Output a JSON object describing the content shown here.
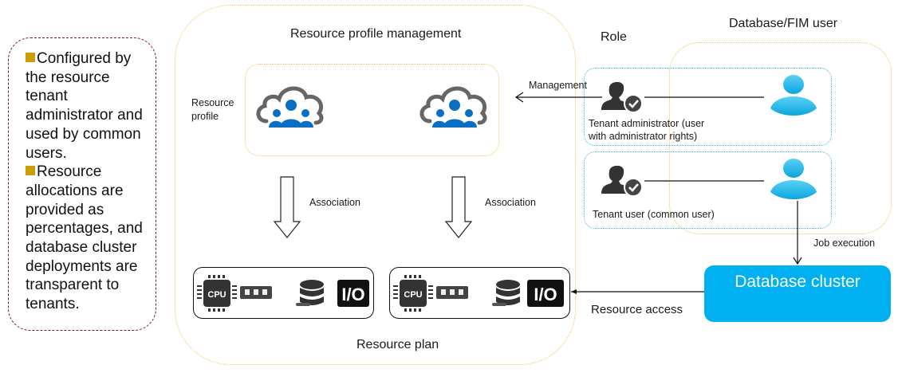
{
  "note": {
    "bullets": [
      "Configured by the resource tenant administrator and used by common users.",
      "Resource allocations are provided as percentages, and database cluster deployments are transparent to tenants."
    ],
    "bullet_color": "#c9a000"
  },
  "resource_profile_management": {
    "title": "Resource profile management",
    "profile_label": "Resource profile",
    "association_label": "Association",
    "plan_label": "Resource plan",
    "resource_icons": [
      "cpu-icon",
      "memory-icon",
      "storage-icon",
      "io-icon"
    ],
    "cpu_text": "CPU",
    "io_text": "I/O"
  },
  "roles": {
    "title": "Role",
    "fim_title": "Database/FIM user",
    "management_label": "Management",
    "tenant_admin_label": "Tenant administrator (user with administrator rights)",
    "tenant_admin_line1": "Tenant administrator (user",
    "tenant_admin_line2": "with administrator rights)",
    "tenant_user_label": "Tenant user (common user)"
  },
  "cluster": {
    "label": "Database cluster",
    "job_execution_label": "Job execution",
    "resource_access_label": "Resource access",
    "color": "#00b0f0"
  }
}
